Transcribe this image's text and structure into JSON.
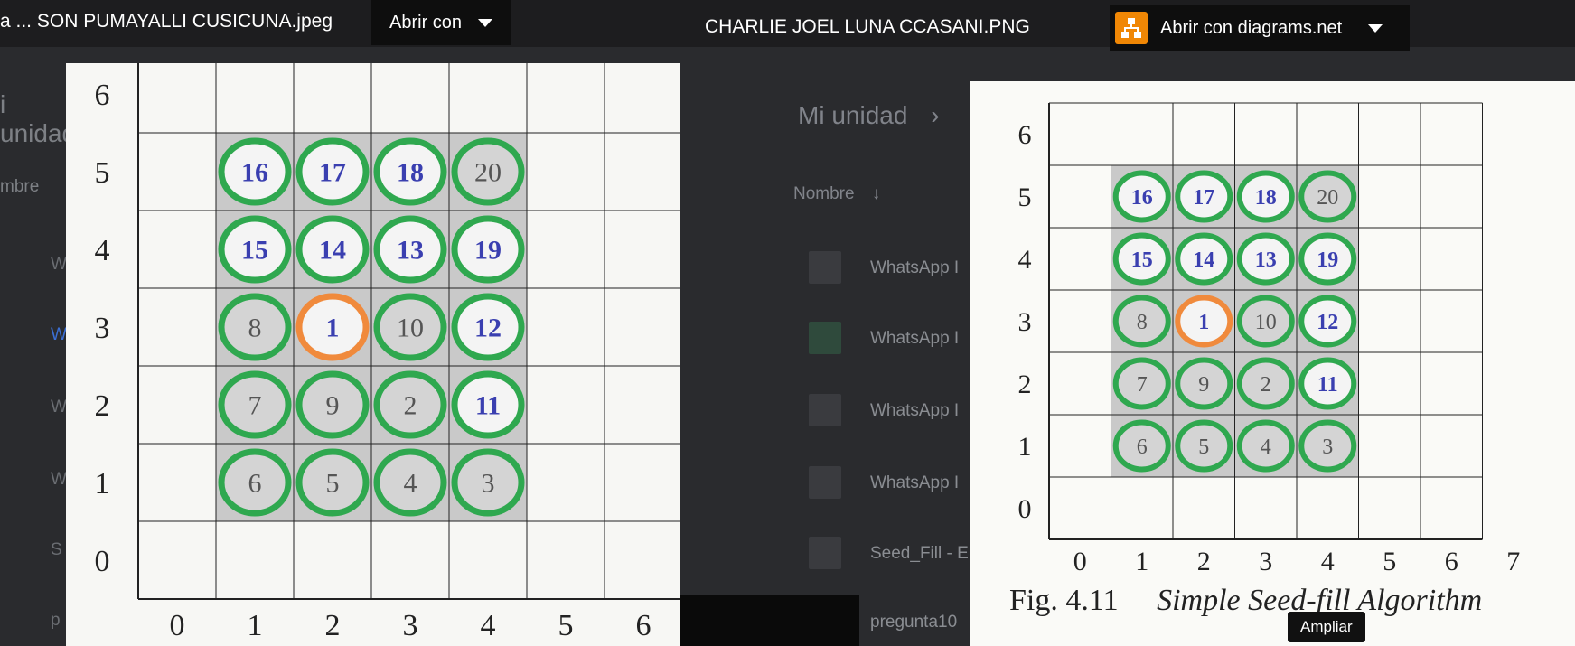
{
  "left_window": {
    "title": "a ... SON PUMAYALLI CUSICUNA.jpeg",
    "open_with_label": "Abrir con"
  },
  "right_window": {
    "title": "CHARLIE JOEL LUNA CCASANI.PNG",
    "open_with_label": "Abrir con diagrams.net"
  },
  "background_drive": {
    "left_breadcrumb": "i unidad",
    "left_column_header": "mbre",
    "left_row_prefixes": [
      "W",
      "W",
      "W",
      "W",
      "S",
      "p"
    ],
    "breadcrumb": "Mi unidad",
    "column_header": "Nombre",
    "files": [
      "WhatsApp I",
      "WhatsApp I",
      "WhatsApp I",
      "WhatsApp I",
      "Seed_Fill - E",
      "pregunta10"
    ]
  },
  "left_figure": {
    "y_labels": [
      "0",
      "1",
      "2",
      "3",
      "4",
      "5",
      "6"
    ],
    "x_labels": [
      "0",
      "1",
      "2",
      "3",
      "4",
      "5",
      "6"
    ],
    "cells": [
      {
        "x": 1,
        "y": 5,
        "n": "16",
        "c": "b"
      },
      {
        "x": 2,
        "y": 5,
        "n": "17",
        "c": "b"
      },
      {
        "x": 3,
        "y": 5,
        "n": "18",
        "c": "b"
      },
      {
        "x": 4,
        "y": 5,
        "n": "20",
        "c": "g"
      },
      {
        "x": 1,
        "y": 4,
        "n": "15",
        "c": "b"
      },
      {
        "x": 2,
        "y": 4,
        "n": "14",
        "c": "b"
      },
      {
        "x": 3,
        "y": 4,
        "n": "13",
        "c": "b"
      },
      {
        "x": 4,
        "y": 4,
        "n": "19",
        "c": "b"
      },
      {
        "x": 1,
        "y": 3,
        "n": "8",
        "c": "g"
      },
      {
        "x": 2,
        "y": 3,
        "n": "1",
        "c": "b",
        "seed": true
      },
      {
        "x": 3,
        "y": 3,
        "n": "10",
        "c": "g"
      },
      {
        "x": 4,
        "y": 3,
        "n": "12",
        "c": "b"
      },
      {
        "x": 1,
        "y": 2,
        "n": "7",
        "c": "g"
      },
      {
        "x": 2,
        "y": 2,
        "n": "9",
        "c": "g"
      },
      {
        "x": 3,
        "y": 2,
        "n": "2",
        "c": "g"
      },
      {
        "x": 4,
        "y": 2,
        "n": "11",
        "c": "b"
      },
      {
        "x": 1,
        "y": 1,
        "n": "6",
        "c": "g"
      },
      {
        "x": 2,
        "y": 1,
        "n": "5",
        "c": "g"
      },
      {
        "x": 3,
        "y": 1,
        "n": "4",
        "c": "g"
      },
      {
        "x": 4,
        "y": 1,
        "n": "3",
        "c": "g"
      }
    ]
  },
  "right_figure": {
    "y_labels": [
      "0",
      "1",
      "2",
      "3",
      "4",
      "5",
      "6"
    ],
    "x_labels": [
      "0",
      "1",
      "2",
      "3",
      "4",
      "5",
      "6",
      "7"
    ],
    "caption_prefix": "Fig. 4.11",
    "caption_title": "Simple Seed-fill Algorithm",
    "cells": [
      {
        "x": 1,
        "y": 5,
        "n": "16",
        "c": "b"
      },
      {
        "x": 2,
        "y": 5,
        "n": "17",
        "c": "b"
      },
      {
        "x": 3,
        "y": 5,
        "n": "18",
        "c": "b"
      },
      {
        "x": 4,
        "y": 5,
        "n": "20",
        "c": "g"
      },
      {
        "x": 1,
        "y": 4,
        "n": "15",
        "c": "b"
      },
      {
        "x": 2,
        "y": 4,
        "n": "14",
        "c": "b"
      },
      {
        "x": 3,
        "y": 4,
        "n": "13",
        "c": "b"
      },
      {
        "x": 4,
        "y": 4,
        "n": "19",
        "c": "b"
      },
      {
        "x": 1,
        "y": 3,
        "n": "8",
        "c": "g"
      },
      {
        "x": 2,
        "y": 3,
        "n": "1",
        "c": "b",
        "seed": true
      },
      {
        "x": 3,
        "y": 3,
        "n": "10",
        "c": "g"
      },
      {
        "x": 4,
        "y": 3,
        "n": "12",
        "c": "b"
      },
      {
        "x": 1,
        "y": 2,
        "n": "7",
        "c": "g"
      },
      {
        "x": 2,
        "y": 2,
        "n": "9",
        "c": "g"
      },
      {
        "x": 3,
        "y": 2,
        "n": "2",
        "c": "g"
      },
      {
        "x": 4,
        "y": 2,
        "n": "11",
        "c": "b"
      },
      {
        "x": 1,
        "y": 1,
        "n": "6",
        "c": "g"
      },
      {
        "x": 2,
        "y": 1,
        "n": "5",
        "c": "g"
      },
      {
        "x": 3,
        "y": 1,
        "n": "4",
        "c": "g"
      },
      {
        "x": 4,
        "y": 1,
        "n": "3",
        "c": "g"
      }
    ]
  },
  "tooltip": "Ampliar",
  "colors": {
    "ring_green": "#2fa84f",
    "ring_seed": "#f08a3c",
    "label_blue": "#3a3fb0",
    "label_gray": "#555555",
    "filled_cell": "#c9c9c9",
    "app_icon": "#f08705"
  }
}
